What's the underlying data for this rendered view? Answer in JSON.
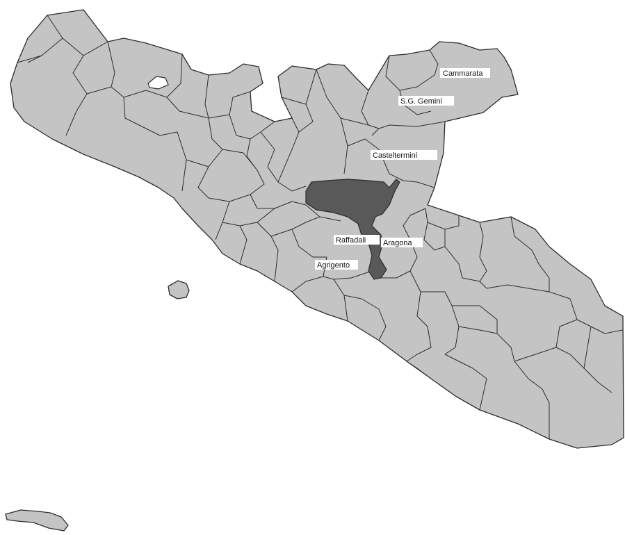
{
  "colors": {
    "background": "#ffffff",
    "land": "#c4c4c4",
    "border": "#2b2b2b",
    "highlight_district": "#595959",
    "label_background": "#ffffff",
    "label_text": "#111111"
  },
  "map": {
    "labels": {
      "cammarata": "Cammarata",
      "sgemini": "S.G. Gemini",
      "casteltermini": "Casteltermini",
      "raffadali": "Raffadali",
      "aragona": "Aragona",
      "agrigento": "Agrigento"
    },
    "highlighted_area": "dark-grey municipality between Casteltermini, Raffadali and Aragona"
  }
}
